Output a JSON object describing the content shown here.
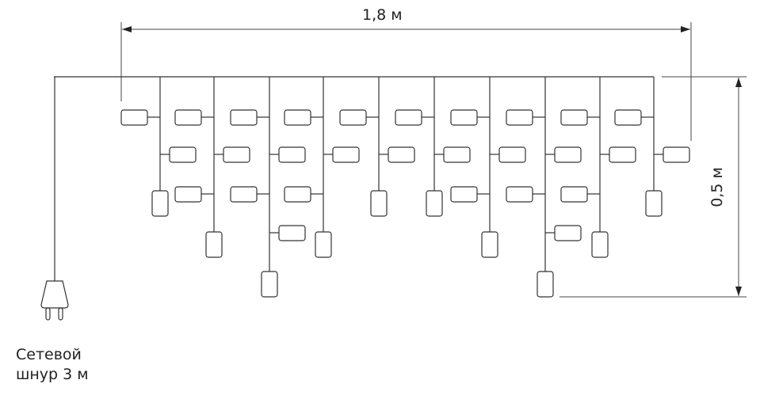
{
  "dimensions": {
    "width_label": "1,8 м",
    "height_label": "0,5 м"
  },
  "cord": {
    "line1": "Сетевой",
    "line2": "шнур 3 м"
  },
  "colors": {
    "line": "#333333"
  }
}
